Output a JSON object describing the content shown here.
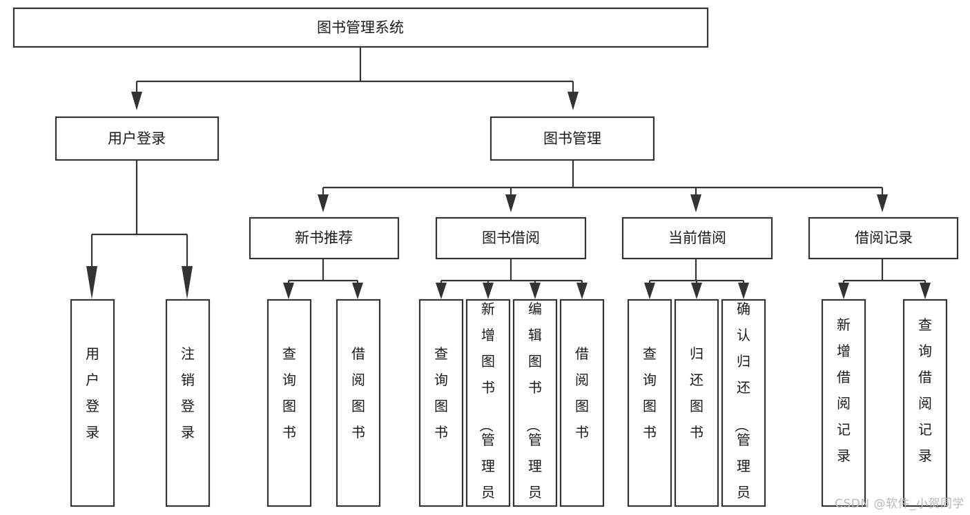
{
  "diagram": {
    "title": "图书管理系统",
    "type": "tree-hierarchy-diagram",
    "colors": {
      "box_fill": "#ffffff",
      "box_stroke": "#333333",
      "text": "#1a1a1a",
      "background": "#ffffff",
      "watermark": "#b9b9b9"
    },
    "root": {
      "label": "图书管理系统"
    },
    "level2": [
      {
        "label": "用户登录"
      },
      {
        "label": "图书管理"
      }
    ],
    "level3": [
      {
        "label": "新书推荐"
      },
      {
        "label": "图书借阅"
      },
      {
        "label": "当前借阅"
      },
      {
        "label": "借阅记录"
      }
    ],
    "leaves": {
      "user_login": [
        {
          "label": "用户登录"
        },
        {
          "label": "注销登录"
        }
      ],
      "new_book_recommend": [
        {
          "label": "查询图书"
        },
        {
          "label": "借阅图书"
        }
      ],
      "book_borrow": [
        {
          "label": "查询图书"
        },
        {
          "label": "新增图书（管理员）"
        },
        {
          "label": "编辑图书（管理员）"
        },
        {
          "label": "借阅图书"
        }
      ],
      "current_borrow": [
        {
          "label": "查询图书"
        },
        {
          "label": "归还图书"
        },
        {
          "label": "确认归还（管理员）"
        }
      ],
      "borrow_record": [
        {
          "label": "新增借阅记录"
        },
        {
          "label": "查询借阅记录"
        }
      ]
    }
  },
  "watermark": {
    "text": "CSDN @软件_小贺同学"
  }
}
